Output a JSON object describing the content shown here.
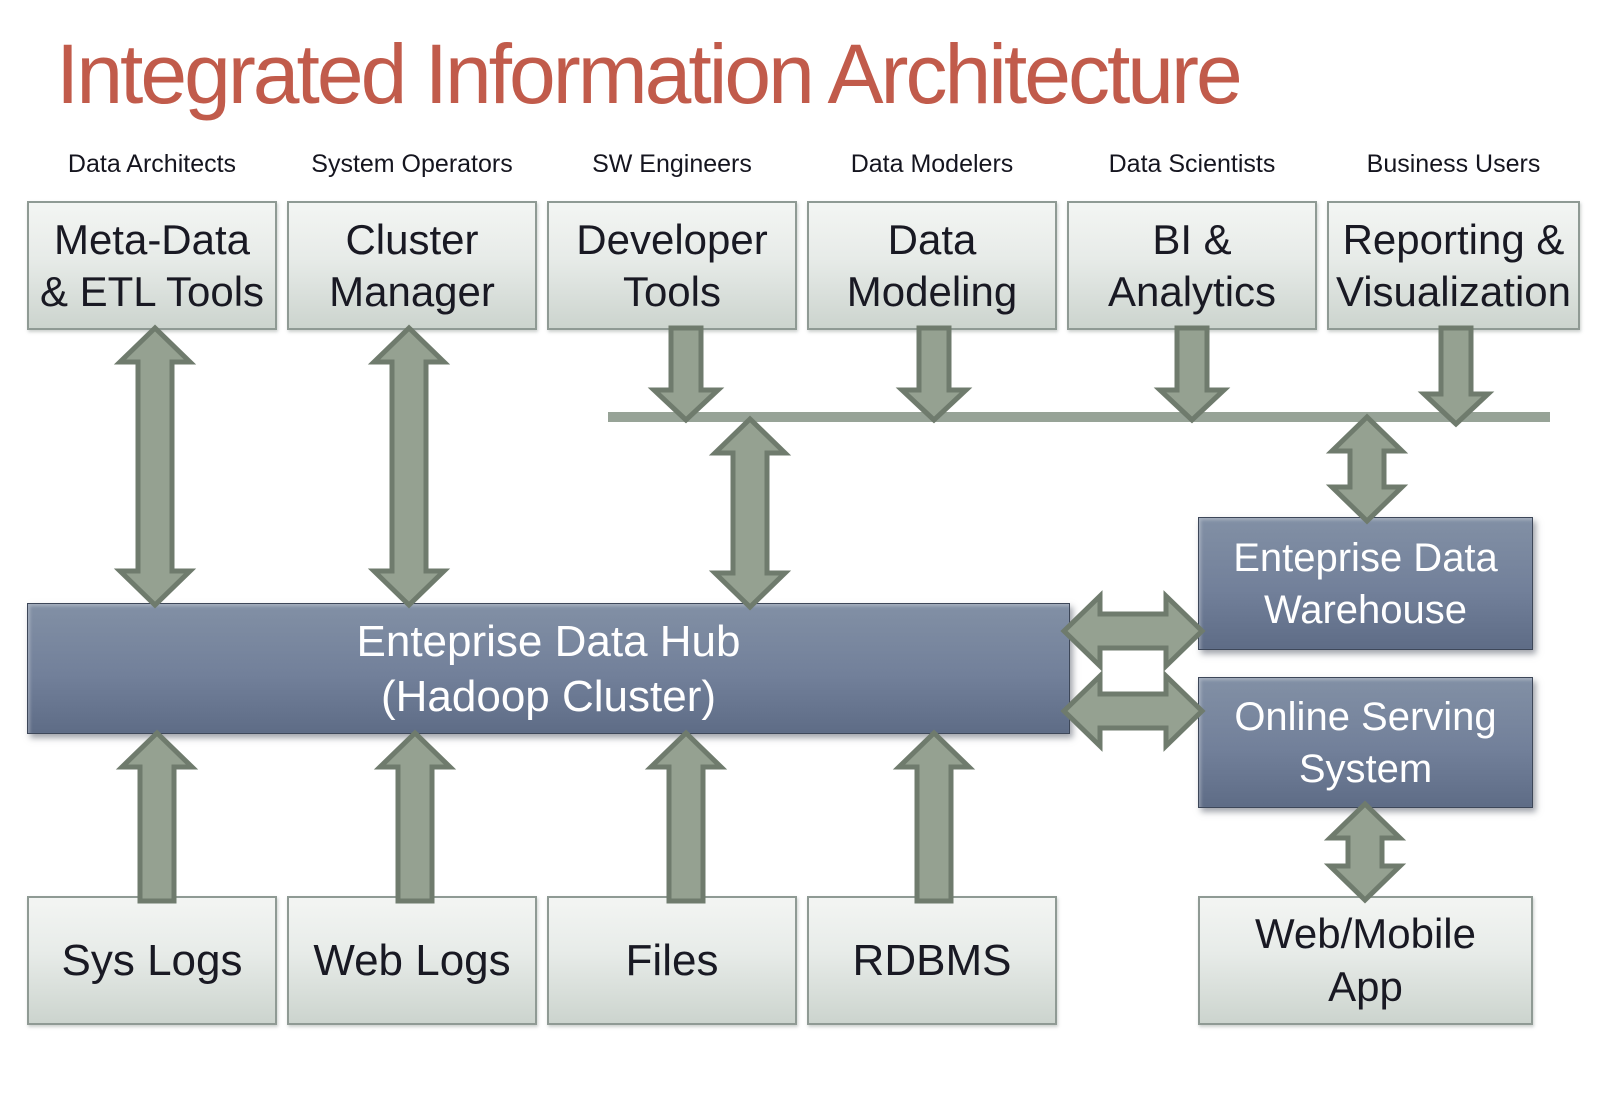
{
  "title": "Integrated Information Architecture",
  "personas": [
    "Data Architects",
    "System Operators",
    "SW Engineers",
    "Data Modelers",
    "Data Scientists",
    "Business Users"
  ],
  "tool_boxes": [
    "Meta-Data\n& ETL Tools",
    "Cluster\nManager",
    "Developer\nTools",
    "Data\nModeling",
    "BI &\nAnalytics",
    "Reporting &\nVisualization"
  ],
  "hub": {
    "label": "Enteprise Data Hub\n(Hadoop Cluster)"
  },
  "right_column": {
    "warehouse": "Enteprise Data\nWarehouse",
    "online_serving": "Online Serving\nSystem",
    "web_mobile": "Web/Mobile\nApp"
  },
  "sources": [
    "Sys Logs",
    "Web Logs",
    "Files",
    "RDBMS"
  ],
  "colors": {
    "title_text": "#c15b4b",
    "label_text": "#15151f",
    "arrow_fill": "#95a191",
    "arrow_stroke": "#6f7b6d",
    "bus_line": "#97a397",
    "dark_box_top": "#8290a5",
    "dark_box_bottom": "#5e6c86",
    "light_box_top": "#f3f5f3",
    "light_box_bottom": "#ccd4ce"
  },
  "connections": [
    {
      "from": "Meta-Data & ETL Tools",
      "to": "Enteprise Data Hub",
      "style": "bidirectional"
    },
    {
      "from": "Cluster Manager",
      "to": "Enteprise Data Hub",
      "style": "bidirectional"
    },
    {
      "from": "Developer Tools",
      "to": "integration bus",
      "style": "down"
    },
    {
      "from": "Data Modeling",
      "to": "integration bus",
      "style": "down"
    },
    {
      "from": "BI & Analytics",
      "to": "integration bus",
      "style": "down"
    },
    {
      "from": "Reporting & Visualization",
      "to": "integration bus",
      "style": "down"
    },
    {
      "from": "integration bus",
      "to": "Enteprise Data Hub",
      "style": "bidirectional"
    },
    {
      "from": "integration bus",
      "to": "Enteprise Data Warehouse",
      "style": "bidirectional"
    },
    {
      "from": "Enteprise Data Hub",
      "to": "Enteprise Data Warehouse",
      "style": "bidirectional"
    },
    {
      "from": "Enteprise Data Hub",
      "to": "Online Serving System",
      "style": "bidirectional"
    },
    {
      "from": "Online Serving System",
      "to": "Web/Mobile App",
      "style": "bidirectional"
    },
    {
      "from": "Sys Logs",
      "to": "Enteprise Data Hub",
      "style": "up"
    },
    {
      "from": "Web Logs",
      "to": "Enteprise Data Hub",
      "style": "up"
    },
    {
      "from": "Files",
      "to": "Enteprise Data Hub",
      "style": "up"
    },
    {
      "from": "RDBMS",
      "to": "Enteprise Data Hub",
      "style": "up"
    }
  ]
}
